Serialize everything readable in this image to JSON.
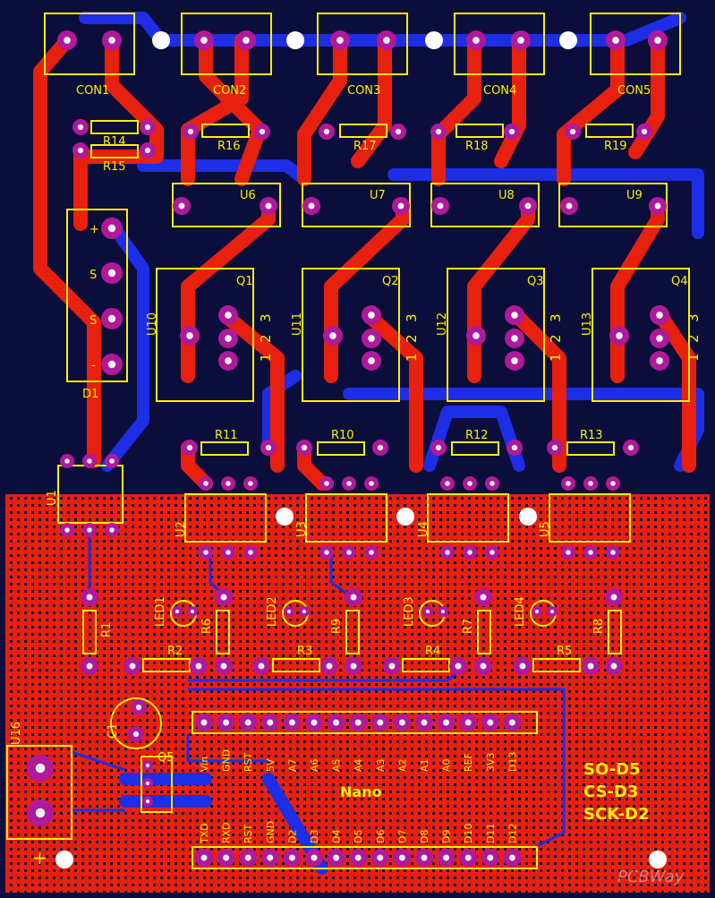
{
  "colors": {
    "board": "#0b0e3a",
    "top_copper": "#e8200f",
    "bottom_copper": "#1e2ee6",
    "silk": "#ffee00",
    "pad": "#b0199a",
    "pad_hole": "#f0f0f0",
    "mesh_dot": "#0b0e3a"
  },
  "connectors": [
    "CON1",
    "CON2",
    "CON3",
    "CON4",
    "CON5"
  ],
  "resistors_top": [
    "R14",
    "R15",
    "R16",
    "R17",
    "R18",
    "R19"
  ],
  "caps": [
    "U6",
    "U7",
    "U8",
    "U9"
  ],
  "mosfets": [
    "Q1",
    "Q2",
    "Q3",
    "Q4"
  ],
  "mosfet_drivers": [
    "U10",
    "U11",
    "U12",
    "U13"
  ],
  "pin_numbers": [
    "1",
    "2",
    "3"
  ],
  "diode": {
    "label": "D1",
    "pins": [
      "+",
      "S",
      "S",
      "-"
    ]
  },
  "mid_resistors": [
    "R11",
    "R10",
    "R12",
    "R13"
  ],
  "regulator": "U1",
  "optos": [
    "U2",
    "U3",
    "U4",
    "U5"
  ],
  "leds": [
    "LED1",
    "LED2",
    "LED3",
    "LED4"
  ],
  "low_resistors_v": [
    "R1",
    "R6",
    "R9",
    "R7",
    "R8"
  ],
  "low_resistors_h": [
    "R2",
    "R3",
    "R4",
    "R5"
  ],
  "cap_c1": "C1",
  "transistor_q5": "Q5",
  "power_conn": {
    "label": "U16",
    "plus": "+"
  },
  "nano": {
    "label": "Nano",
    "top_pins": [
      "Vin",
      "GND",
      "RST",
      "5V",
      "A7",
      "A6",
      "A5",
      "A4",
      "A3",
      "A2",
      "A1",
      "A0",
      "REF",
      "3V3",
      "D13"
    ],
    "bottom_pins": [
      "TXD",
      "RXD",
      "RST",
      "GND",
      "D2",
      "D3",
      "D4",
      "D5",
      "D6",
      "D7",
      "D8",
      "D9",
      "D10",
      "D11",
      "D12"
    ]
  },
  "notes": [
    "SO-D5",
    "CS-D3",
    "SCK-D2"
  ],
  "watermark": "PCBWay"
}
